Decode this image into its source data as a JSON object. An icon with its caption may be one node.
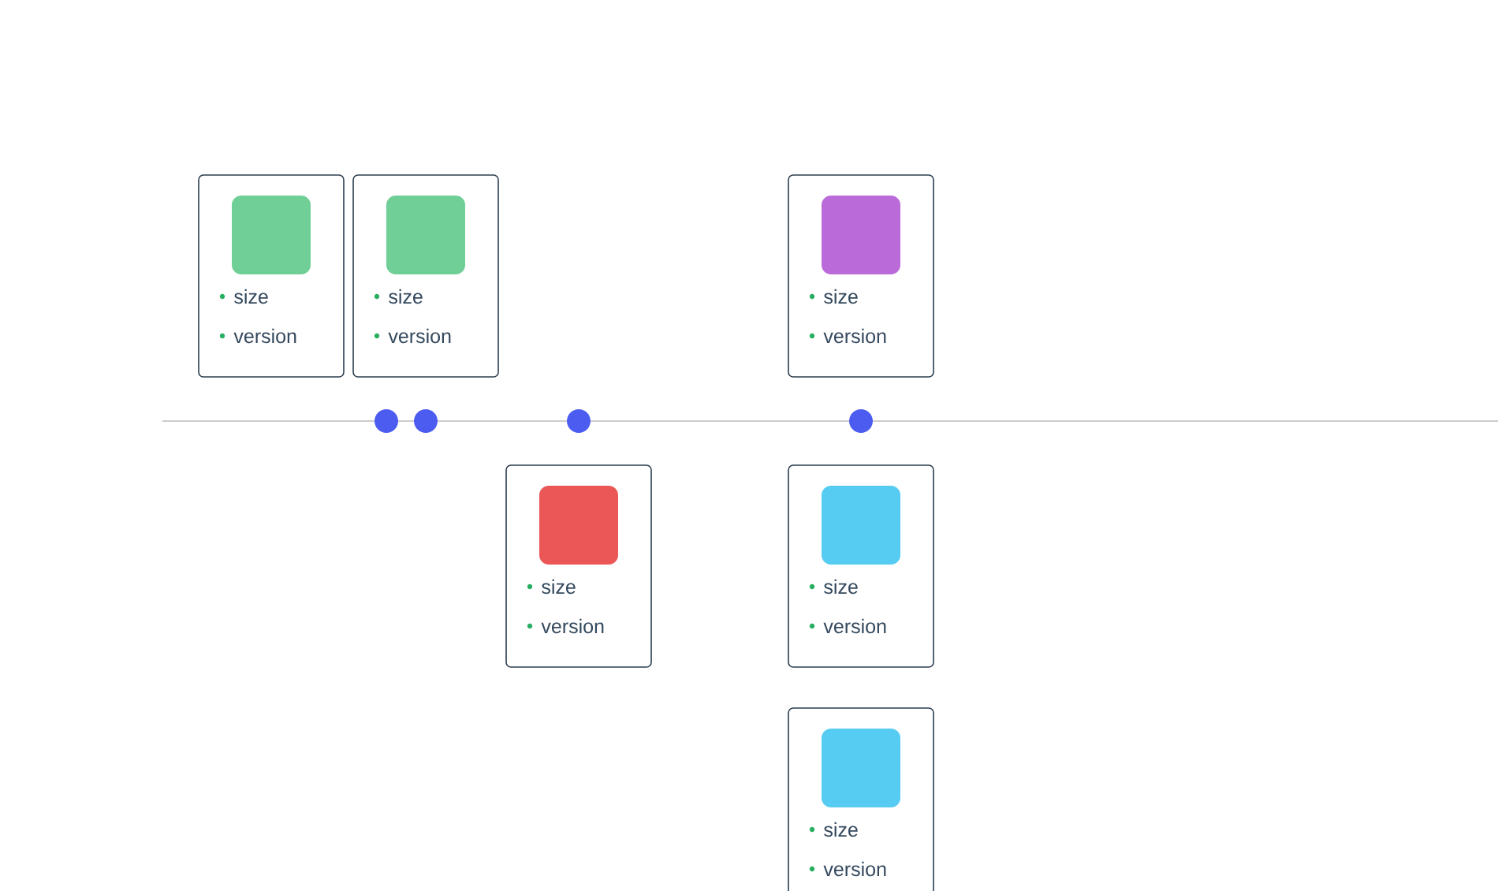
{
  "diagram": {
    "nodes": [
      {
        "text": [
          "size",
          "version"
        ]
      },
      {
        "text": [
          "size",
          "version"
        ]
      },
      {
        "text": [
          "size",
          "version"
        ]
      },
      {
        "text": [],
        "shape": "circle"
      },
      {
        "text": [],
        "shape": "circle"
      },
      {
        "text": [],
        "shape": "circle"
      },
      {
        "text": [],
        "shape": "circle"
      },
      {
        "text": [
          "size",
          "version"
        ]
      },
      {
        "text": [
          "size",
          "version"
        ]
      },
      {
        "text": [
          "size",
          "version"
        ]
      }
    ]
  }
}
